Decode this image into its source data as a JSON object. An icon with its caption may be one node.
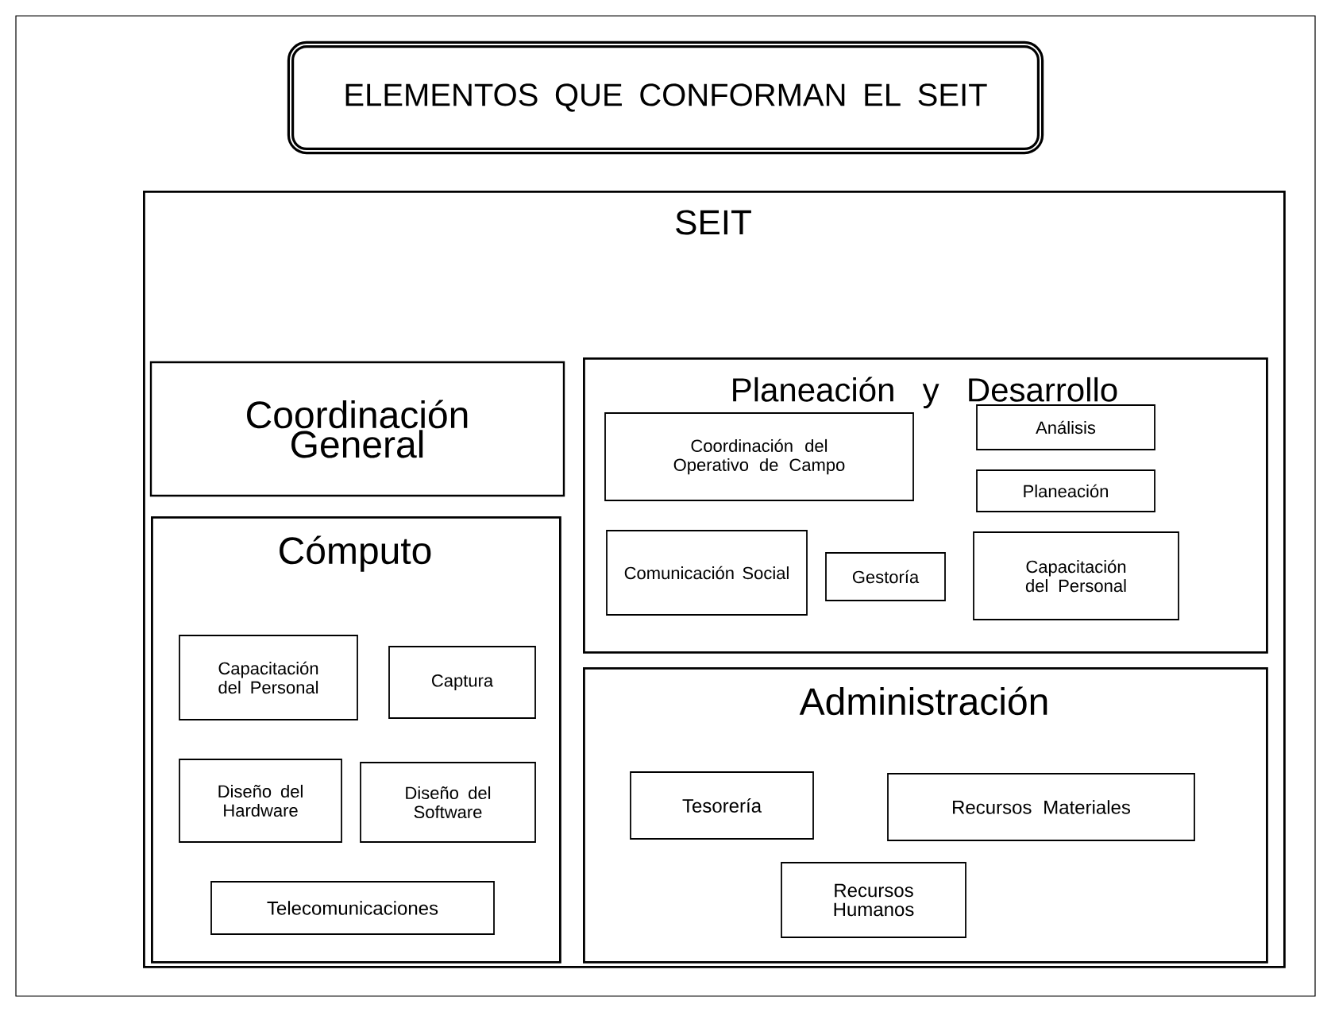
{
  "diagram": {
    "nodes": [
      {
        "text": [
          "ELEMENTOS QUE CONFORMAN EL SEIT"
        ]
      },
      {
        "text": [
          "SEIT"
        ]
      },
      {
        "text": [
          "Coordinación General"
        ],
        "in": 1
      },
      {
        "text": [
          "Cómputo"
        ],
        "in": 1
      },
      {
        "text": [
          "Capacitación del Personal"
        ],
        "in": 3
      },
      {
        "text": [
          "Captura"
        ],
        "in": 3
      },
      {
        "text": [
          "Diseño del Hardware"
        ],
        "in": 3
      },
      {
        "text": [
          "Diseño del Software"
        ],
        "in": 3
      },
      {
        "text": [
          "Telecomunicaciones"
        ],
        "in": 3
      },
      {
        "text": [
          "Planeación y Desarrollo"
        ],
        "in": 1
      },
      {
        "text": [
          "Coordinación del Operativo de Campo"
        ],
        "in": 9
      },
      {
        "text": [
          "Análisis"
        ],
        "in": 9
      },
      {
        "text": [
          "Planeación"
        ],
        "in": 9
      },
      {
        "text": [
          "Comunicación Social"
        ],
        "in": 9
      },
      {
        "text": [
          "Gestoría"
        ],
        "in": 9
      },
      {
        "text": [
          "Capacitación del Personal"
        ],
        "in": 9
      },
      {
        "text": [
          "Administración"
        ],
        "in": 1
      },
      {
        "text": [
          "Tesorería"
        ],
        "in": 16
      },
      {
        "text": [
          "Recursos Materiales"
        ],
        "in": 16
      },
      {
        "text": [
          "Recursos Humanos"
        ],
        "in": 16
      }
    ]
  }
}
